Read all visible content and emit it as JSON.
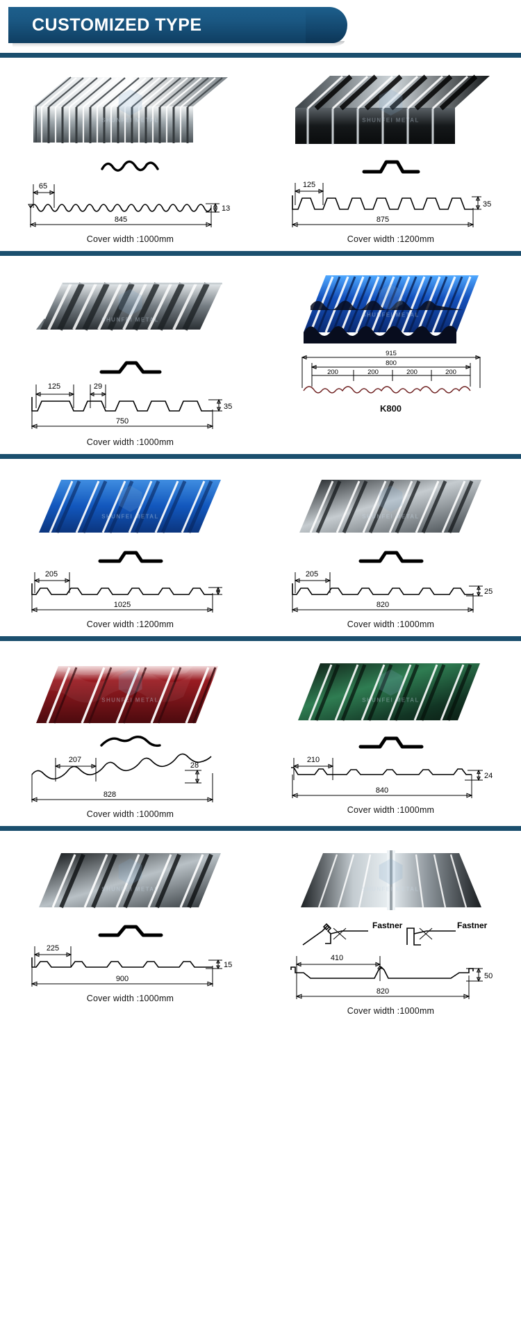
{
  "header": {
    "title": "CUSTOMIZED TYPE",
    "banner_color": "#1a5782",
    "divider_color": "#1b4f6e"
  },
  "watermark": {
    "text": "SHUNFEI METAL"
  },
  "labels": {
    "cover_width_1000": "Cover width  :1000mm",
    "cover_width_1200": "Cover width  :1200mm",
    "fastner": "Fastner"
  },
  "rows": [
    {
      "cells": [
        {
          "id": "corrugated-wave-845",
          "render_type": "corrugated-wave",
          "render_color": "#9aa3a8",
          "profile_type": "wave",
          "dims": {
            "pitch": "65",
            "width": "845",
            "height": "13"
          },
          "caption": "Cover width  :1000mm"
        },
        {
          "id": "trapezoid-875",
          "render_type": "trapezoid-dark",
          "render_color": "#1c1c1c",
          "profile_type": "trapezoid",
          "dims": {
            "pitch": "125",
            "width": "875",
            "height": "35"
          },
          "caption": "Cover width  :1200mm"
        }
      ]
    },
    {
      "cells": [
        {
          "id": "trapezoid-750",
          "render_type": "trapezoid-silver",
          "render_color": "#8d949a",
          "profile_type": "trapezoid",
          "dims": {
            "pitch": "125",
            "pitch2": "29",
            "width": "750",
            "height": "35"
          },
          "caption": "Cover width  :1000mm"
        },
        {
          "id": "k800-tile",
          "render_type": "tile-blue",
          "render_color": "#1558c0",
          "profile_type": "none",
          "dims": {
            "overall": "915",
            "cover": "800",
            "modules": [
              "200",
              "200",
              "200",
              "200"
            ]
          },
          "model": "K800",
          "caption": ""
        }
      ]
    },
    {
      "cells": [
        {
          "id": "trapezoid-1025",
          "render_type": "rib-blue",
          "render_color": "#1b5fbf",
          "profile_type": "trapezoid-flat",
          "dims": {
            "pitch": "205",
            "width": "1025",
            "height": ""
          },
          "caption": "Cover width  :1200mm"
        },
        {
          "id": "trapezoid-820",
          "render_type": "rib-silver",
          "render_color": "#7f878d",
          "profile_type": "trapezoid-flat",
          "dims": {
            "pitch": "205",
            "width": "820",
            "height": "25"
          },
          "caption": "Cover width  :1000mm"
        }
      ]
    },
    {
      "cells": [
        {
          "id": "tile-red-828",
          "render_type": "tile-red",
          "render_color": "#6e1418",
          "profile_type": "tile-curve",
          "dims": {
            "pitch": "207",
            "width": "828",
            "height": "28"
          },
          "caption": "Cover width  :1000mm"
        },
        {
          "id": "rib-green-840",
          "render_type": "rib-green",
          "render_color": "#1d4a32",
          "profile_type": "trapezoid-flat",
          "dims": {
            "pitch": "210",
            "width": "840",
            "height": "24"
          },
          "caption": "Cover width  :1000mm"
        }
      ]
    },
    {
      "cells": [
        {
          "id": "rib-dark-900",
          "render_type": "rib-dark",
          "render_color": "#23272a",
          "profile_type": "trapezoid-flat",
          "dims": {
            "pitch": "225",
            "width": "900",
            "height": "15"
          },
          "caption": "Cover width  :1000mm"
        },
        {
          "id": "standing-seam-820",
          "render_type": "standing-seam",
          "render_color": "#2b2f33",
          "profile_type": "fastner",
          "dims": {
            "pitch": "410",
            "width": "820",
            "height": "50"
          },
          "caption": "Cover width  :1000mm"
        }
      ]
    }
  ]
}
